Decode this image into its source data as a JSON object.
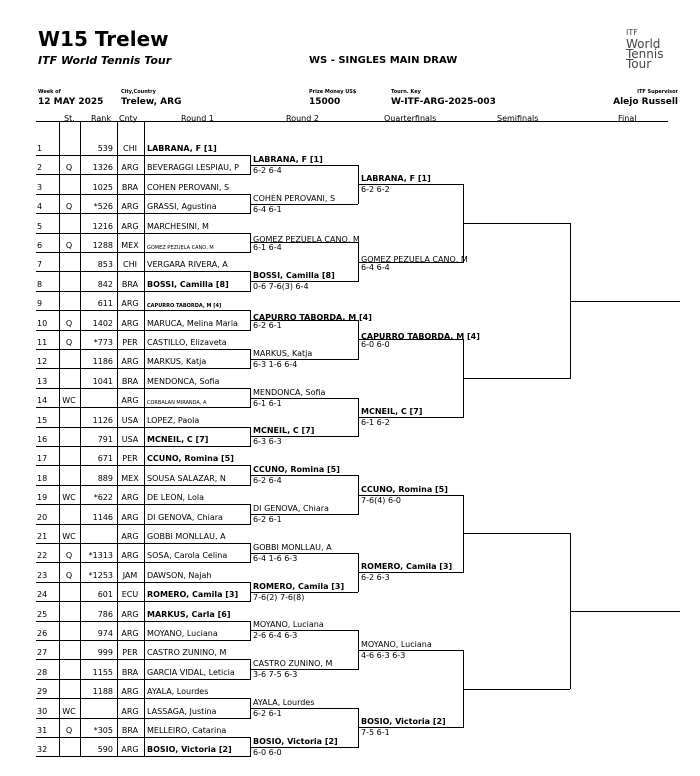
{
  "tournament": {
    "name": "W15 Trelew",
    "tour": "ITF World Tennis Tour",
    "draw_title": "WS - SINGLES MAIN DRAW",
    "logo": {
      "brand": "ITF",
      "lines": [
        "World",
        "Tennis",
        "Tour"
      ]
    }
  },
  "info": {
    "week_label": "Week of",
    "week_value": "12 MAY 2025",
    "city_label": "City,Country",
    "city_value": "Trelew, ARG",
    "prize_label": "Prize Money US$",
    "prize_value": "15000",
    "key_label": "Tourn. Key",
    "key_value": "W-ITF-ARG-2025-003",
    "supervisor_label": "ITF Supervisor",
    "supervisor_value": "Alejo Russell"
  },
  "columns": [
    "St.",
    "Rank",
    "Cnty",
    "Round 1",
    "Round 2",
    "Quarterfinals",
    "Semifinals",
    "Final"
  ],
  "players": [
    {
      "n": "1",
      "st": "",
      "rank": "539",
      "cnty": "CHI",
      "name": "LABRANA, F [1]",
      "bold": true
    },
    {
      "n": "2",
      "st": "Q",
      "rank": "1326",
      "cnty": "ARG",
      "name": "BEVERAGGI LESPIAU, P"
    },
    {
      "n": "3",
      "st": "",
      "rank": "1025",
      "cnty": "BRA",
      "name": "COHEN PEROVANI, S"
    },
    {
      "n": "4",
      "st": "Q",
      "rank": "*526",
      "cnty": "ARG",
      "name": "GRASSI, Agustina"
    },
    {
      "n": "5",
      "st": "",
      "rank": "1216",
      "cnty": "ARG",
      "name": "MARCHESINI, M"
    },
    {
      "n": "6",
      "st": "Q",
      "rank": "1288",
      "cnty": "MEX",
      "name": "GOMEZ PEZUELA CANO, M",
      "small": true
    },
    {
      "n": "7",
      "st": "",
      "rank": "853",
      "cnty": "CHI",
      "name": "VERGARA RIVERA, A"
    },
    {
      "n": "8",
      "st": "",
      "rank": "842",
      "cnty": "BRA",
      "name": "BOSSI, Camilla [8]",
      "bold": true
    },
    {
      "n": "9",
      "st": "",
      "rank": "611",
      "cnty": "ARG",
      "name": "CAPURRO TABORDA, M [4]",
      "bold": true,
      "small": true
    },
    {
      "n": "10",
      "st": "Q",
      "rank": "1402",
      "cnty": "ARG",
      "name": "MARUCA, Melina Maria"
    },
    {
      "n": "11",
      "st": "Q",
      "rank": "*773",
      "cnty": "PER",
      "name": "CASTILLO, Elizaveta"
    },
    {
      "n": "12",
      "st": "",
      "rank": "1186",
      "cnty": "ARG",
      "name": "MARKUS, Katja"
    },
    {
      "n": "13",
      "st": "",
      "rank": "1041",
      "cnty": "BRA",
      "name": "MENDONCA, Sofia"
    },
    {
      "n": "14",
      "st": "WC",
      "rank": "",
      "cnty": "ARG",
      "name": "CORBALAN MIRANDA, A",
      "small": true
    },
    {
      "n": "15",
      "st": "",
      "rank": "1126",
      "cnty": "USA",
      "name": "LOPEZ, Paola"
    },
    {
      "n": "16",
      "st": "",
      "rank": "791",
      "cnty": "USA",
      "name": "MCNEIL, C [7]",
      "bold": true
    },
    {
      "n": "17",
      "st": "",
      "rank": "671",
      "cnty": "PER",
      "name": "CCUNO, Romina [5]",
      "bold": true
    },
    {
      "n": "18",
      "st": "",
      "rank": "889",
      "cnty": "MEX",
      "name": "SOUSA SALAZAR, N"
    },
    {
      "n": "19",
      "st": "WC",
      "rank": "*622",
      "cnty": "ARG",
      "name": "DE LEON, Lola"
    },
    {
      "n": "20",
      "st": "",
      "rank": "1146",
      "cnty": "ARG",
      "name": "DI GENOVA, Chiara"
    },
    {
      "n": "21",
      "st": "WC",
      "rank": "",
      "cnty": "ARG",
      "name": "GOBBI MONLLAU, A"
    },
    {
      "n": "22",
      "st": "Q",
      "rank": "*1313",
      "cnty": "ARG",
      "name": "SOSA, Carola Celina"
    },
    {
      "n": "23",
      "st": "Q",
      "rank": "*1253",
      "cnty": "JAM",
      "name": "DAWSON, Najah"
    },
    {
      "n": "24",
      "st": "",
      "rank": "601",
      "cnty": "ECU",
      "name": "ROMERO, Camila [3]",
      "bold": true
    },
    {
      "n": "25",
      "st": "",
      "rank": "786",
      "cnty": "ARG",
      "name": "MARKUS, Carla [6]",
      "bold": true
    },
    {
      "n": "26",
      "st": "",
      "rank": "974",
      "cnty": "ARG",
      "name": "MOYANO, Luciana"
    },
    {
      "n": "27",
      "st": "",
      "rank": "999",
      "cnty": "PER",
      "name": "CASTRO ZUNINO, M"
    },
    {
      "n": "28",
      "st": "",
      "rank": "1155",
      "cnty": "BRA",
      "name": "GARCIA VIDAL, Leticia"
    },
    {
      "n": "29",
      "st": "",
      "rank": "1188",
      "cnty": "ARG",
      "name": "AYALA, Lourdes"
    },
    {
      "n": "30",
      "st": "WC",
      "rank": "",
      "cnty": "ARG",
      "name": "LASSAGA, Justina"
    },
    {
      "n": "31",
      "st": "Q",
      "rank": "*305",
      "cnty": "BRA",
      "name": "MELLEIRO, Catarina"
    },
    {
      "n": "32",
      "st": "",
      "rank": "590",
      "cnty": "ARG",
      "name": "BOSIO, Victoria [2]",
      "bold": true
    }
  ],
  "round2": [
    {
      "name": "LABRANA, F [1]",
      "score": "6-2 6-4",
      "bold": true
    },
    {
      "name": "COHEN PEROVANI, S",
      "score": "6-4 6-1"
    },
    {
      "name": "GOMEZ PEZUELA CANO, M",
      "score": "6-1 6-4",
      "small": true
    },
    {
      "name": "BOSSI, Camilla [8]",
      "score": "0-6 7-6(3) 6-4",
      "bold": true
    },
    {
      "name": "CAPURRO TABORDA, M [4]",
      "score": "6-2 6-1",
      "bold": true,
      "small": true
    },
    {
      "name": "MARKUS, Katja",
      "score": "6-3 1-6 6-4"
    },
    {
      "name": "MENDONCA, Sofia",
      "score": "6-1 6-1"
    },
    {
      "name": "MCNEIL, C [7]",
      "score": "6-3 6-3",
      "bold": true
    },
    {
      "name": "CCUNO, Romina [5]",
      "score": "6-2 6-4",
      "bold": true
    },
    {
      "name": "DI GENOVA, Chiara",
      "score": "6-2 6-1"
    },
    {
      "name": "GOBBI MONLLAU, A",
      "score": "6-4 1-6 6-3"
    },
    {
      "name": "ROMERO, Camila [3]",
      "score": "7-6(2) 7-6(8)",
      "bold": true
    },
    {
      "name": "MOYANO, Luciana",
      "score": "2-6 6-4 6-3"
    },
    {
      "name": "CASTRO ZUNINO, M",
      "score": "3-6 7-5 6-3"
    },
    {
      "name": "AYALA, Lourdes",
      "score": "6-2 6-1"
    },
    {
      "name": "BOSIO, Victoria [2]",
      "score": "6-0 6-0",
      "bold": true
    }
  ],
  "quarterfinals": [
    {
      "name": "LABRANA, F [1]",
      "score": "6-2 6-2",
      "bold": true
    },
    {
      "name": "GOMEZ PEZUELA CANO, M",
      "score": "6-4 6-4",
      "small": true
    },
    {
      "name": "CAPURRO TABORDA, M [4]",
      "score": "6-0 6-0",
      "bold": true,
      "small": true
    },
    {
      "name": "MCNEIL, C [7]",
      "score": "6-1 6-2",
      "bold": true
    },
    {
      "name": "CCUNO, Romina [5]",
      "score": "7-6(4) 6-0",
      "bold": true
    },
    {
      "name": "ROMERO, Camila [3]",
      "score": "6-2 6-3",
      "bold": true
    },
    {
      "name": "MOYANO, Luciana",
      "score": "4-6 6-3 6-3"
    },
    {
      "name": "BOSIO, Victoria [2]",
      "score": "7-5 6-1",
      "bold": true
    }
  ]
}
